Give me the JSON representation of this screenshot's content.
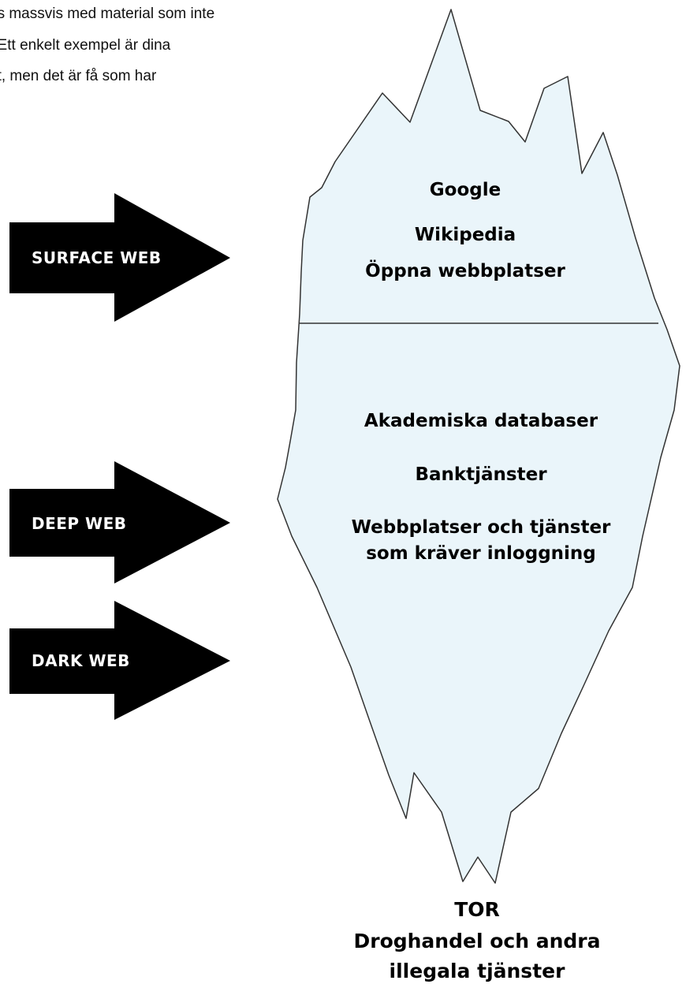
{
  "intro": {
    "line1": "ns massvis med material som inte",
    "line2": ". Ett enkelt exempel är dina",
    "line3": "et, men det är få som har"
  },
  "arrows": [
    {
      "label": "SURFACE WEB"
    },
    {
      "label": "DEEP WEB"
    },
    {
      "label": "DARK WEB"
    }
  ],
  "surface": {
    "item1": "Google",
    "item2": "Wikipedia",
    "item3": "Öppna webbplatser"
  },
  "deep": {
    "item1": "Akademiska databaser",
    "item2": "Banktjänster",
    "item3_line1": "Webbplatser och tjänster",
    "item3_line2": "som kräver inloggning"
  },
  "dark": {
    "item1": "TOR",
    "item2_line1": "Droghandel och andra",
    "item2_line2": "illegala tjänster"
  },
  "colors": {
    "iceberg_fill": "#eaf5fa",
    "iceberg_stroke": "#333333",
    "arrow_fill": "#000000",
    "arrow_text": "#ffffff"
  }
}
